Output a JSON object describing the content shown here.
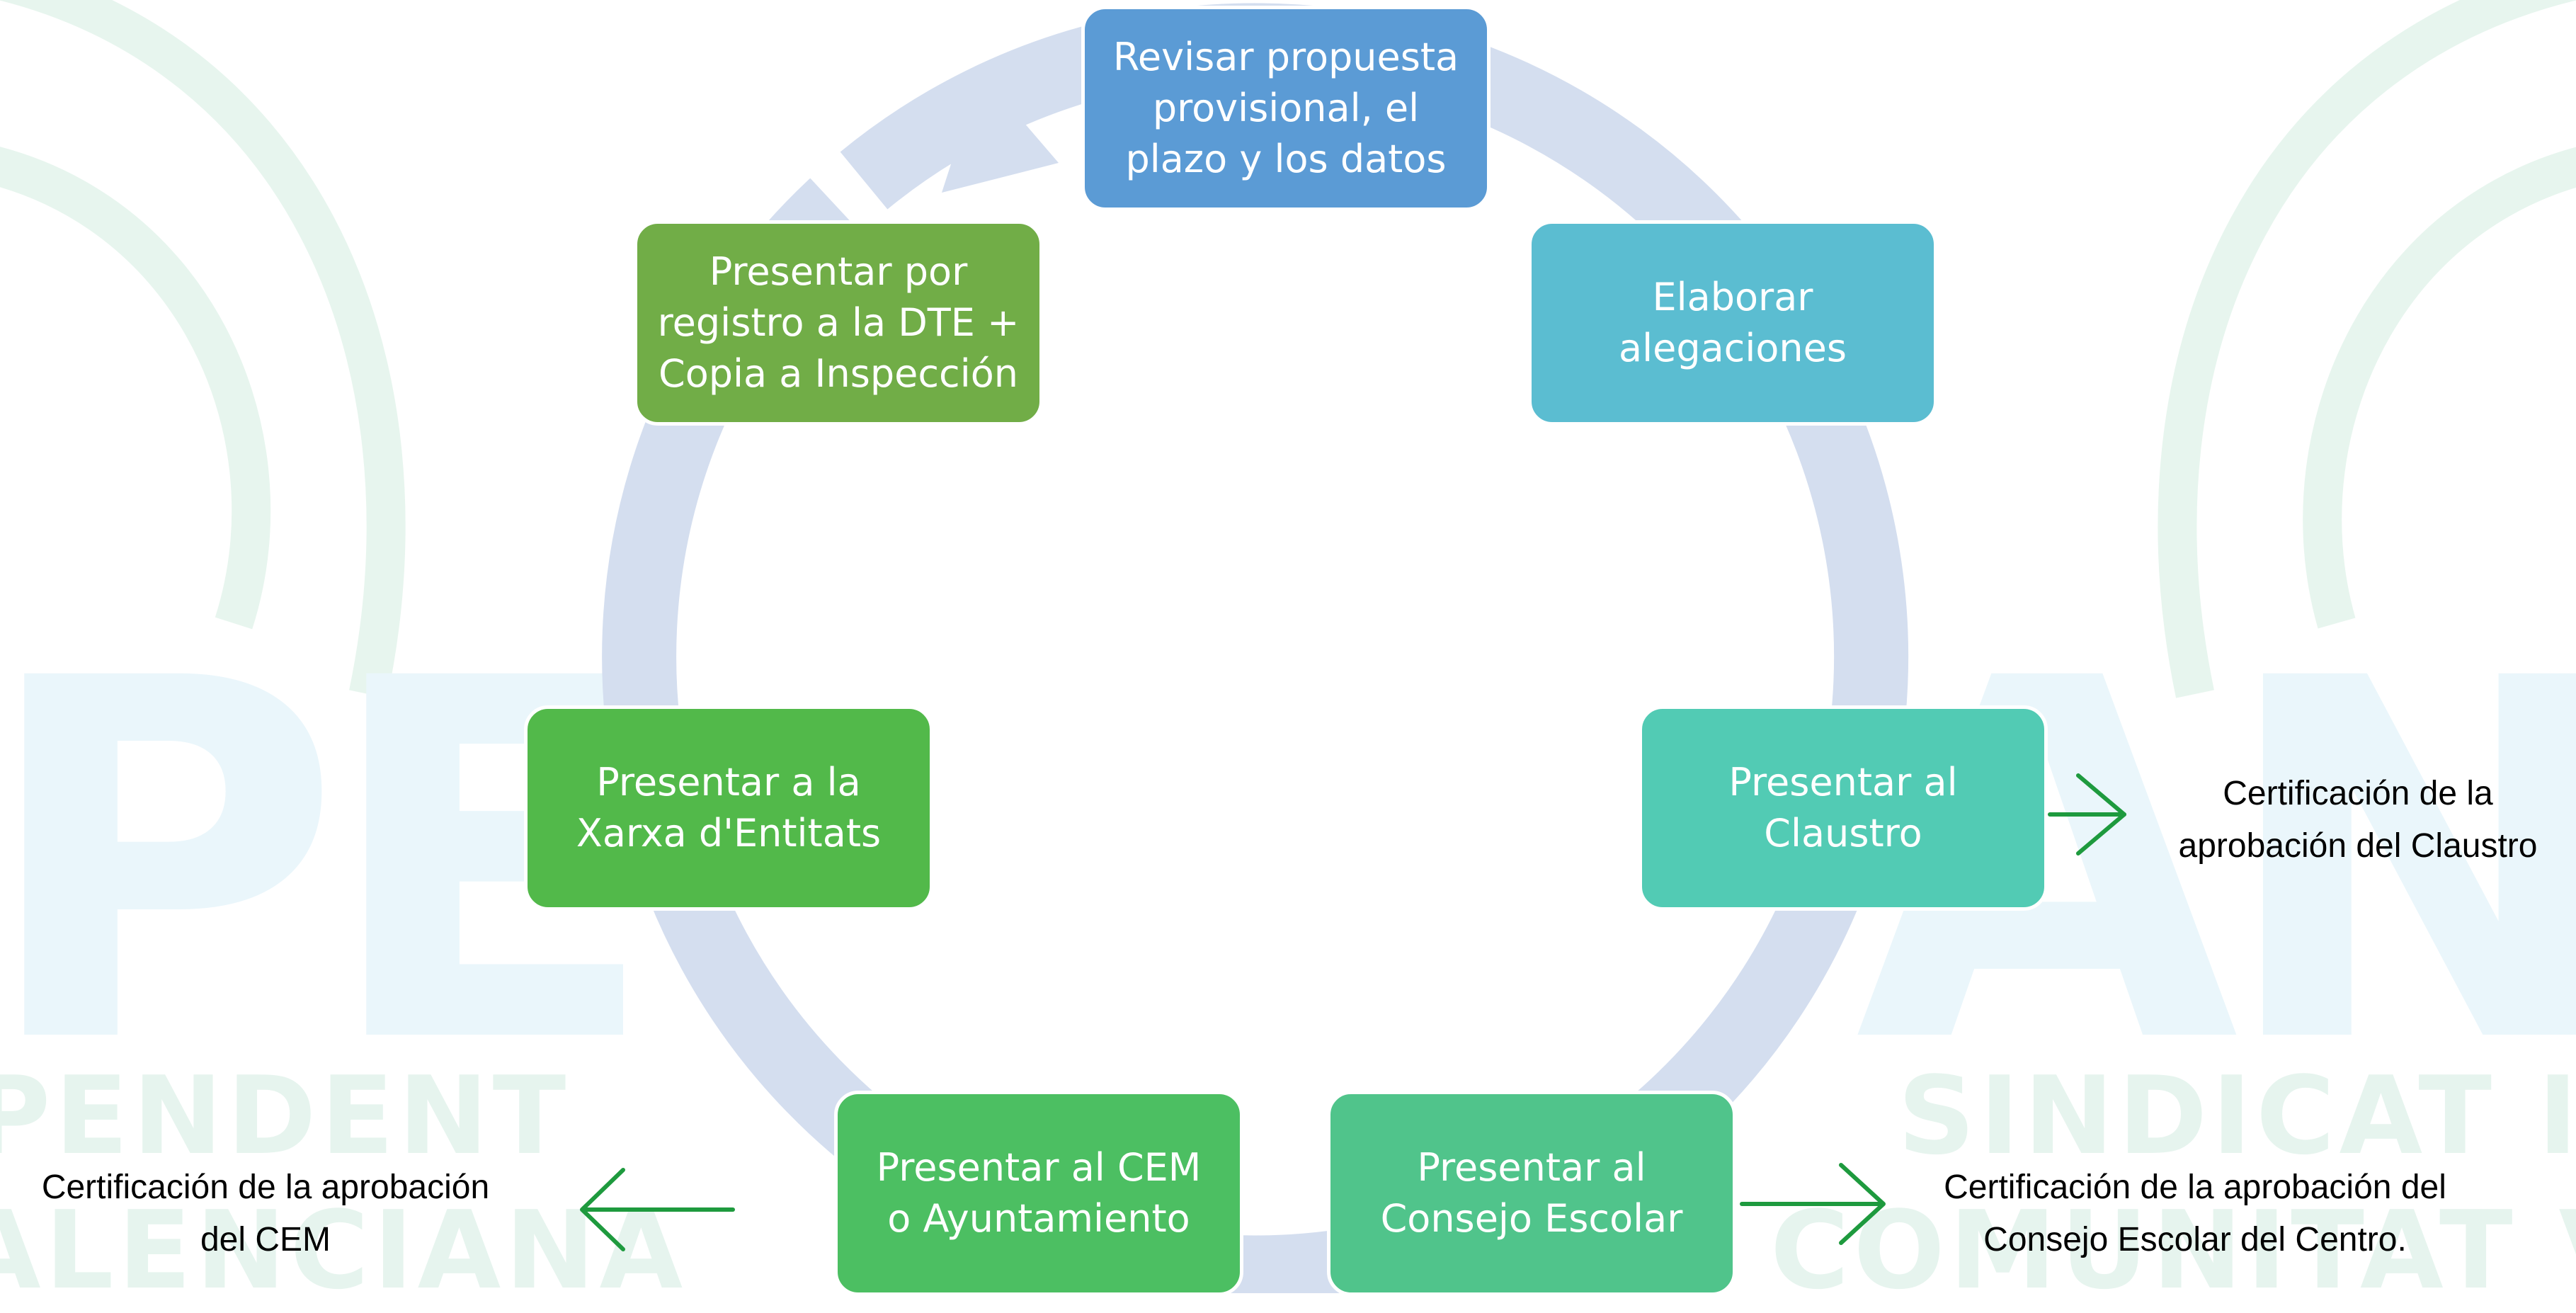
{
  "colors": {
    "ring": "#d4deef",
    "arrow": "#1e9a3e",
    "box_revisar": "#5b9bd5",
    "box_elaborar": "#5bbdd1",
    "box_claustro": "#52cbb4",
    "box_consejo": "#50c48b",
    "box_cem": "#4cbf62",
    "box_xarxa": "#52b94a",
    "box_registro": "#71ad47"
  },
  "watermark": {
    "left_big": "PE",
    "right_big": "AN",
    "left_line1": "PENDENT",
    "left_line2": "ALENCIANA",
    "right_line1": "SINDICAT IN",
    "right_line2": "COMUNITAT V"
  },
  "steps": {
    "revisar": "Revisar  propuesta\nprovisional, el\nplazo y los datos",
    "elaborar": "Elaborar\nalegaciones",
    "claustro": "Presentar al\nClaustro",
    "consejo": "Presentar al\nConsejo Escolar",
    "cem": "Presentar al CEM\no Ayuntamiento",
    "xarxa": "Presentar a la\nXarxa d'Entitats",
    "registro": "Presentar por\nregistro a la DTE +\nCopia a Inspección"
  },
  "notes": {
    "claustro": "Certificación de la\naprobación del Claustro",
    "consejo": "Certificación de la aprobación del\nConsejo Escolar del Centro.",
    "cem": "Certificación de la aprobación\ndel CEM"
  }
}
